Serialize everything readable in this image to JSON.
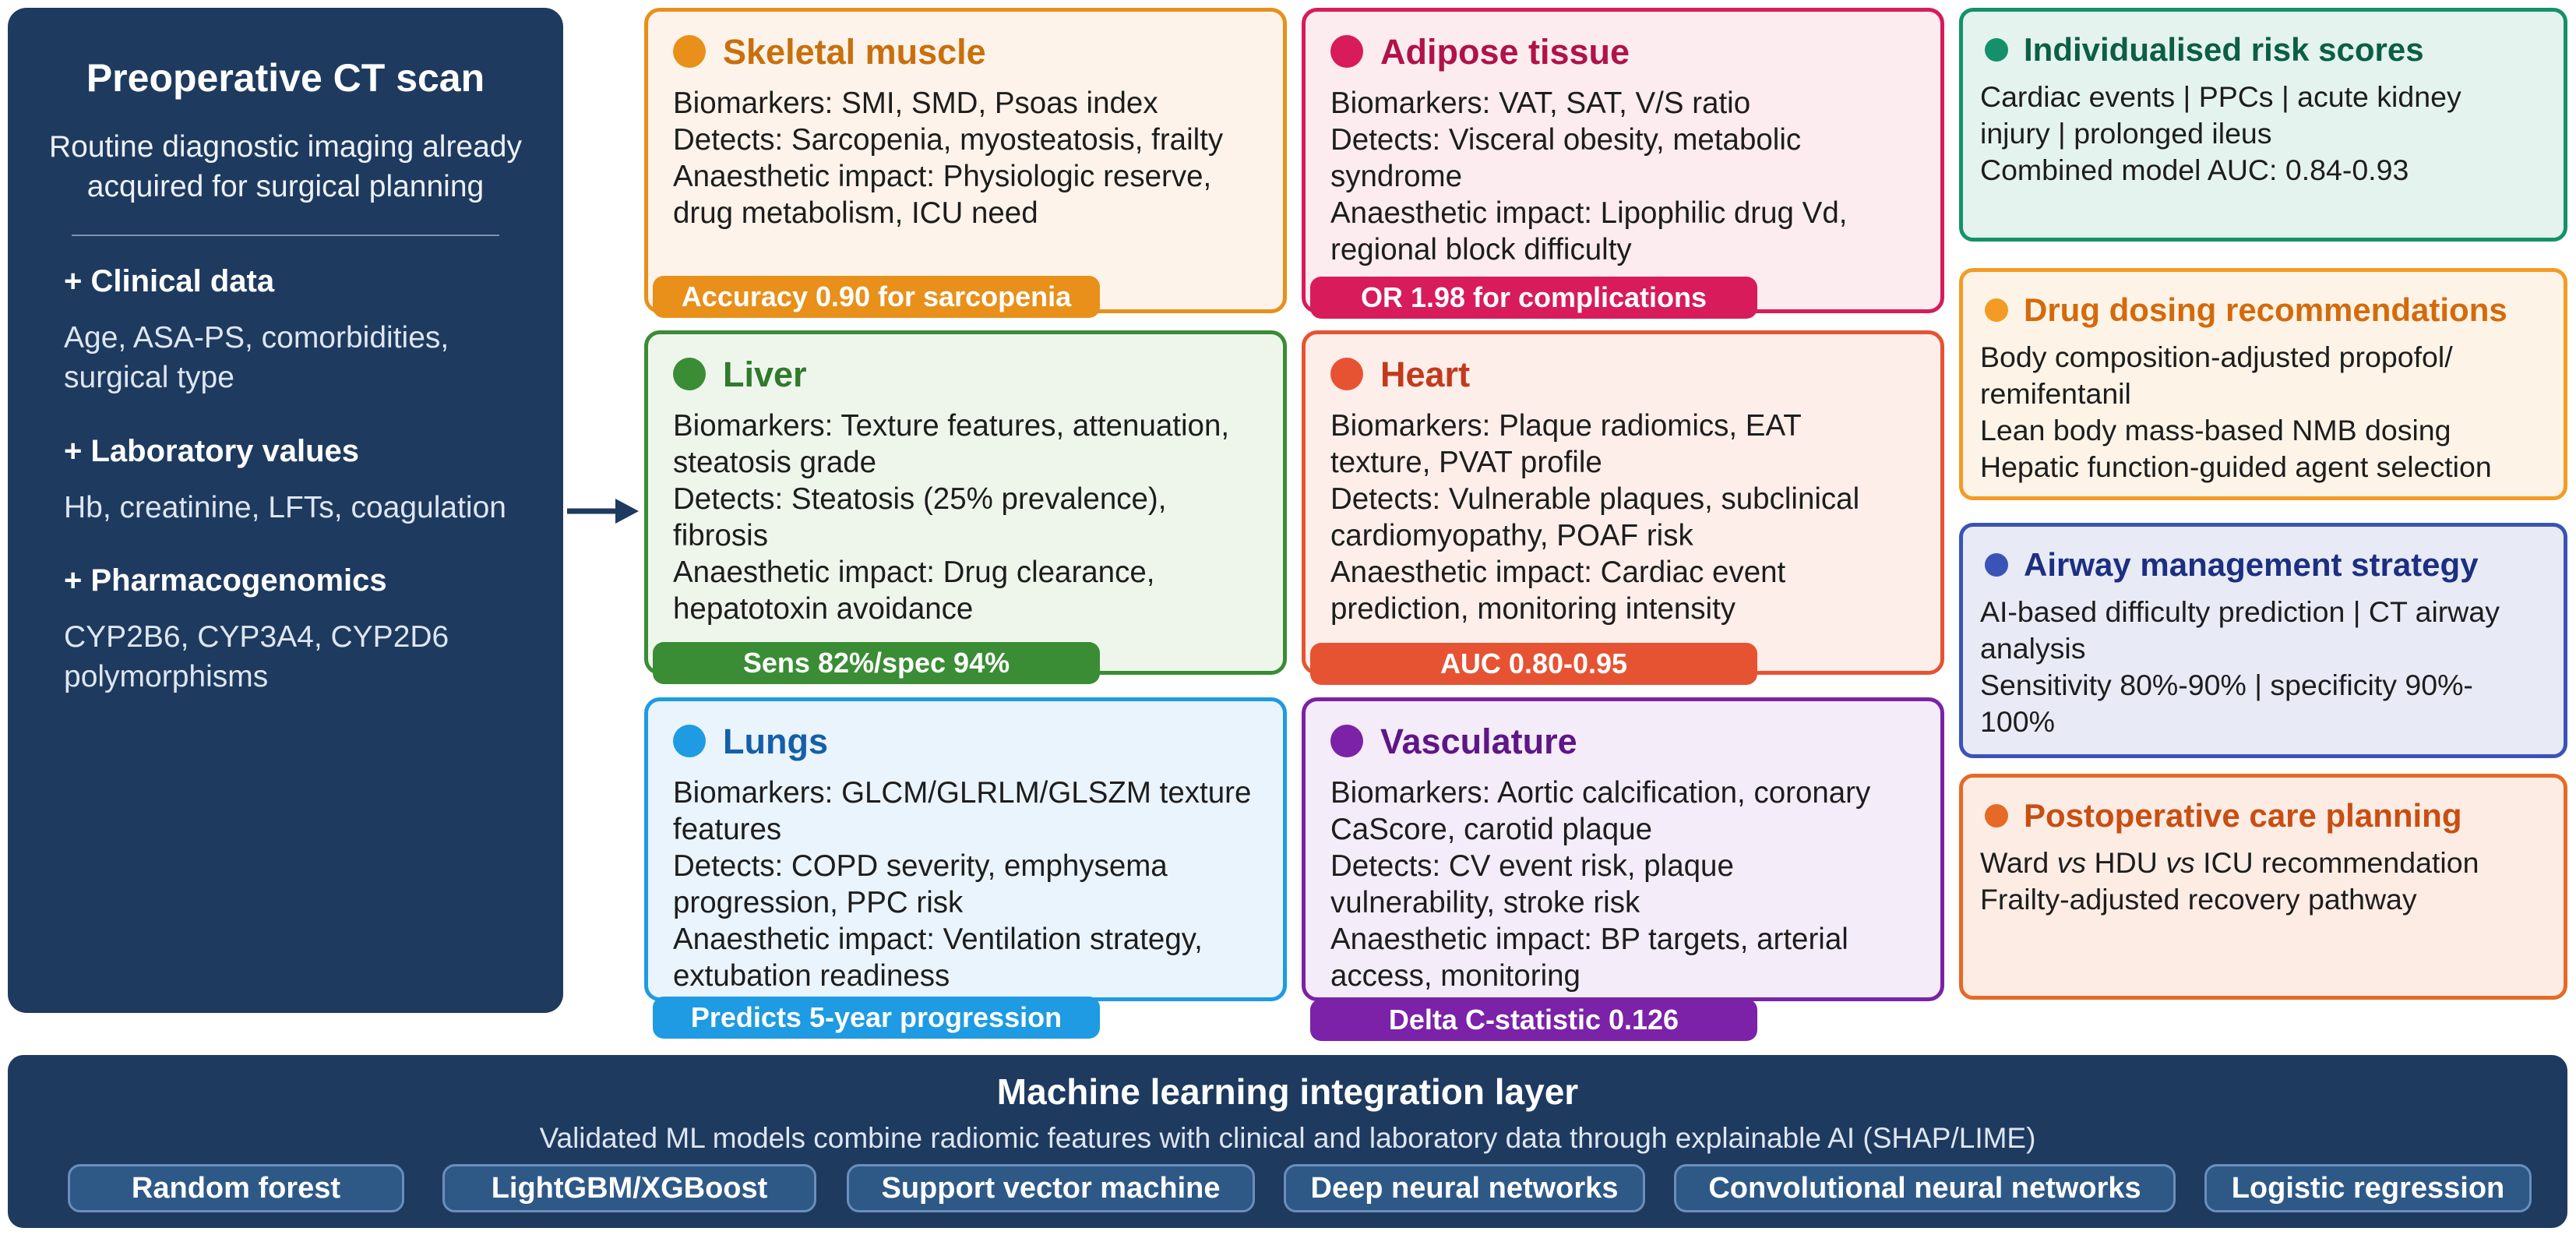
{
  "left_panel": {
    "title": "Preoperative CT scan",
    "subtitle": [
      "Routine diagnostic imaging already",
      "acquired for surgical planning"
    ],
    "sections": [
      {
        "heading": "+ Clinical data",
        "lines": [
          "Age, ASA-PS, comorbidities,",
          "surgical type"
        ]
      },
      {
        "heading": "+ Laboratory values",
        "lines": [
          "Hb, creatinine, LFTs, coagulation"
        ]
      },
      {
        "heading": "+ Pharmacogenomics",
        "lines": [
          "CYP2B6, CYP3A4, CYP2D6",
          "polymorphisms"
        ]
      }
    ]
  },
  "organ_cards": [
    {
      "title": "Skeletal muscle",
      "color": "#e8901a",
      "bg": "#fdf3ea",
      "title_color": "#c8700d",
      "lines": [
        "Biomarkers: SMI, SMD, Psoas index",
        "Detects: Sarcopenia, myosteatosis, frailty",
        "Anaesthetic impact: Physiologic reserve,",
        "drug metabolism, ICU need"
      ],
      "badge": "Accuracy 0.90 for sarcopenia"
    },
    {
      "title": "Adipose tissue",
      "color": "#d81b5a",
      "bg": "#fcecef",
      "title_color": "#b0124a",
      "lines": [
        "Biomarkers: VAT, SAT, V/S ratio",
        "Detects: Visceral obesity, metabolic",
        "syndrome",
        "Anaesthetic impact: Lipophilic drug Vd,",
        "regional block difficulty"
      ],
      "badge": "OR 1.98 for complications"
    },
    {
      "title": "Liver",
      "color": "#3a8c35",
      "bg": "#eef6ec",
      "title_color": "#2f7a2b",
      "lines": [
        "Biomarkers: Texture features, attenuation,",
        "steatosis grade",
        "Detects: Steatosis (25% prevalence),",
        "fibrosis",
        "Anaesthetic impact: Drug clearance,",
        "hepatotoxin avoidance"
      ],
      "badge": "Sens 82%/spec 94%"
    },
    {
      "title": "Heart",
      "color": "#e65333",
      "bg": "#fdeeea",
      "title_color": "#c23a1c",
      "lines": [
        "Biomarkers: Plaque radiomics, EAT",
        "texture, PVAT profile",
        "Detects: Vulnerable plaques, subclinical",
        "cardiomyopathy, POAF risk",
        "Anaesthetic impact: Cardiac event",
        "prediction, monitoring intensity"
      ],
      "badge": "AUC 0.80-0.95"
    },
    {
      "title": "Lungs",
      "color": "#1e9be2",
      "bg": "#eaf4fc",
      "title_color": "#155fa8",
      "lines": [
        "Biomarkers: GLCM/GLRLM/GLSZM texture",
        "features",
        "Detects: COPD severity, emphysema",
        "progression, PPC risk",
        "Anaesthetic impact: Ventilation strategy,",
        "extubation readiness"
      ],
      "badge": "Predicts 5-year progression"
    },
    {
      "title": "Vasculature",
      "color": "#7b22a8",
      "bg": "#f4ecf8",
      "title_color": "#5e1687",
      "lines": [
        "Biomarkers: Aortic calcification, coronary",
        "CaScore, carotid plaque",
        "Detects: CV event risk, plaque",
        "vulnerability, stroke risk",
        "Anaesthetic impact: BP targets, arterial",
        "access, monitoring"
      ],
      "badge": "Delta C-statistic 0.126"
    }
  ],
  "output_cards": [
    {
      "title": "Individualised risk scores",
      "color": "#14916a",
      "bg": "#e4f3ee",
      "title_color": "#0c5e45",
      "lines": [
        "Cardiac events | PPCs | acute kidney",
        "injury | prolonged ileus",
        "Combined model AUC: 0.84-0.93"
      ]
    },
    {
      "title": "Drug dosing recommendations",
      "color": "#f29c25",
      "bg": "#fdf4e7",
      "title_color": "#d46a0c",
      "lines": [
        "Body composition-adjusted propofol/",
        "remifentanil",
        "Lean body mass-based NMB dosing",
        "Hepatic function-guided agent selection"
      ]
    },
    {
      "title": "Airway management strategy",
      "color": "#3a53b6",
      "bg": "#e8ebf6",
      "title_color": "#1c2f80",
      "lines": [
        "AI-based difficulty prediction | CT airway",
        "analysis",
        "Sensitivity 80%-90% | specificity 90%-",
        "100%"
      ]
    },
    {
      "title": "Postoperative care planning",
      "color": "#e56a26",
      "bg": "#fdece4",
      "title_color": "#c84e12",
      "lines_rich": [
        [
          "Ward ",
          "vs",
          " HDU ",
          "vs",
          " ICU recommendation"
        ]
      ],
      "lines": [
        "Frailty-adjusted recovery pathway"
      ]
    }
  ],
  "bottom_bar": {
    "title": "Machine learning integration layer",
    "subtitle": "Validated ML models combine radiomic features with clinical and laboratory data through explainable AI (SHAP/LIME)",
    "models": [
      "Random forest",
      "LightGBM/XGBoost",
      "Support vector machine",
      "Deep neural networks",
      "Convolutional neural networks",
      "Logistic regression"
    ]
  }
}
